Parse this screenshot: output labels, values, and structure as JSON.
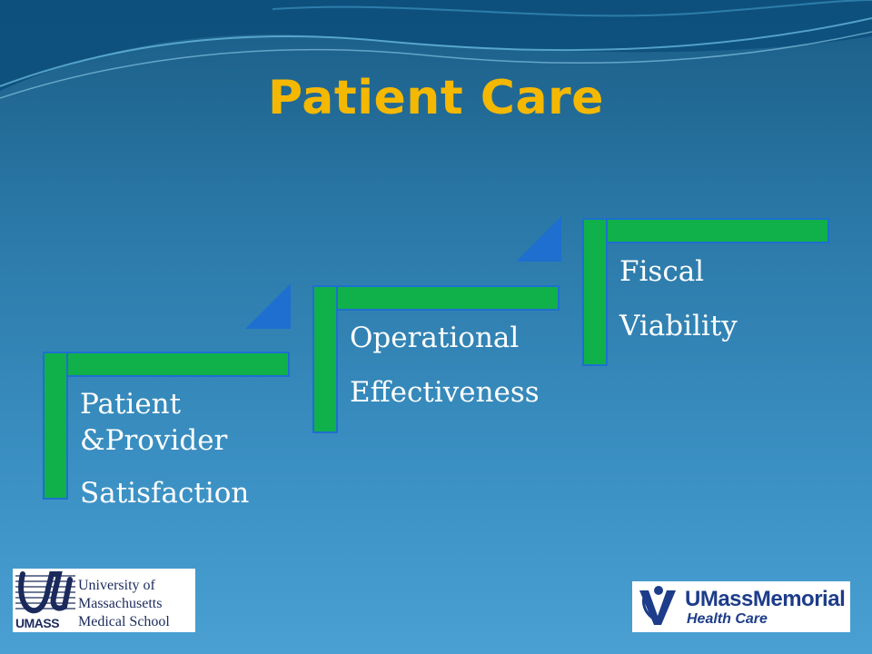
{
  "title": "Patient Care",
  "steps": [
    {
      "lines": [
        "Patient",
        "&Provider",
        "Satisfaction"
      ]
    },
    {
      "lines": [
        "Operational",
        "Effectiveness"
      ]
    },
    {
      "lines": [
        "Fiscal",
        "Viability"
      ]
    }
  ],
  "logos": {
    "left": {
      "mark": "UMASS",
      "lines": [
        "University of",
        "Massachusetts",
        "Medical School"
      ]
    },
    "right": {
      "name": "UMassMemorial",
      "sub": "Health Care"
    }
  },
  "colors": {
    "title": "#f5b800",
    "step_bar": "#10b04a",
    "step_border": "#1e6fd0",
    "arrow": "#1e6fd0"
  }
}
